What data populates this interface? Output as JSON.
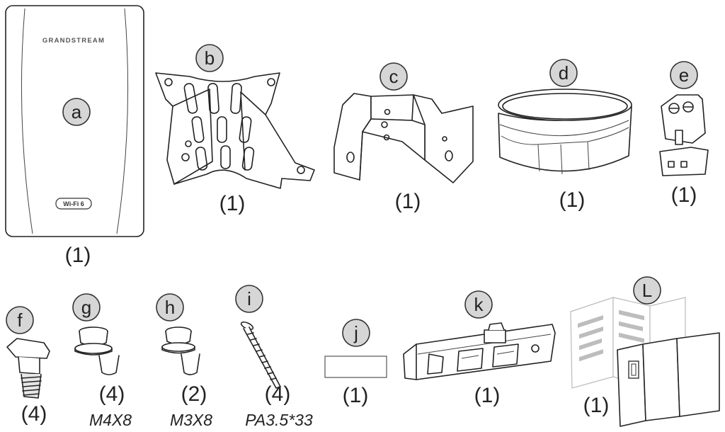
{
  "brand_text": "GRANDSTREAM",
  "wifi_text": "Wi-Fi 6",
  "items": [
    {
      "letter": "a",
      "qty": "(1)",
      "icon": "access-point"
    },
    {
      "letter": "b",
      "qty": "(1)",
      "icon": "pole-mounting-bracket"
    },
    {
      "letter": "c",
      "qty": "(1)",
      "icon": "u-bracket"
    },
    {
      "letter": "d",
      "qty": "(1)",
      "icon": "band-strap"
    },
    {
      "letter": "e",
      "qty": "(1)",
      "icon": "terminal-block"
    },
    {
      "letter": "f",
      "qty": "(4)",
      "icon": "wall-anchor"
    },
    {
      "letter": "g",
      "qty": "(4)",
      "spec": "M4X8",
      "icon": "screw-m4"
    },
    {
      "letter": "h",
      "qty": "(2)",
      "spec": "M3X8",
      "icon": "screw-m3"
    },
    {
      "letter": "i",
      "qty": "(4)",
      "spec": "PA3.5*33",
      "icon": "self-tapping-screw"
    },
    {
      "letter": "j",
      "qty": "(1)",
      "icon": "label-sticker"
    },
    {
      "letter": "k",
      "qty": "(1)",
      "icon": "mounting-plate"
    },
    {
      "letter": "L",
      "qty": "(1)",
      "icon": "quick-installation-guide"
    }
  ],
  "colors": {
    "badge_fill": "#d6d6d6",
    "line": "#222222"
  }
}
